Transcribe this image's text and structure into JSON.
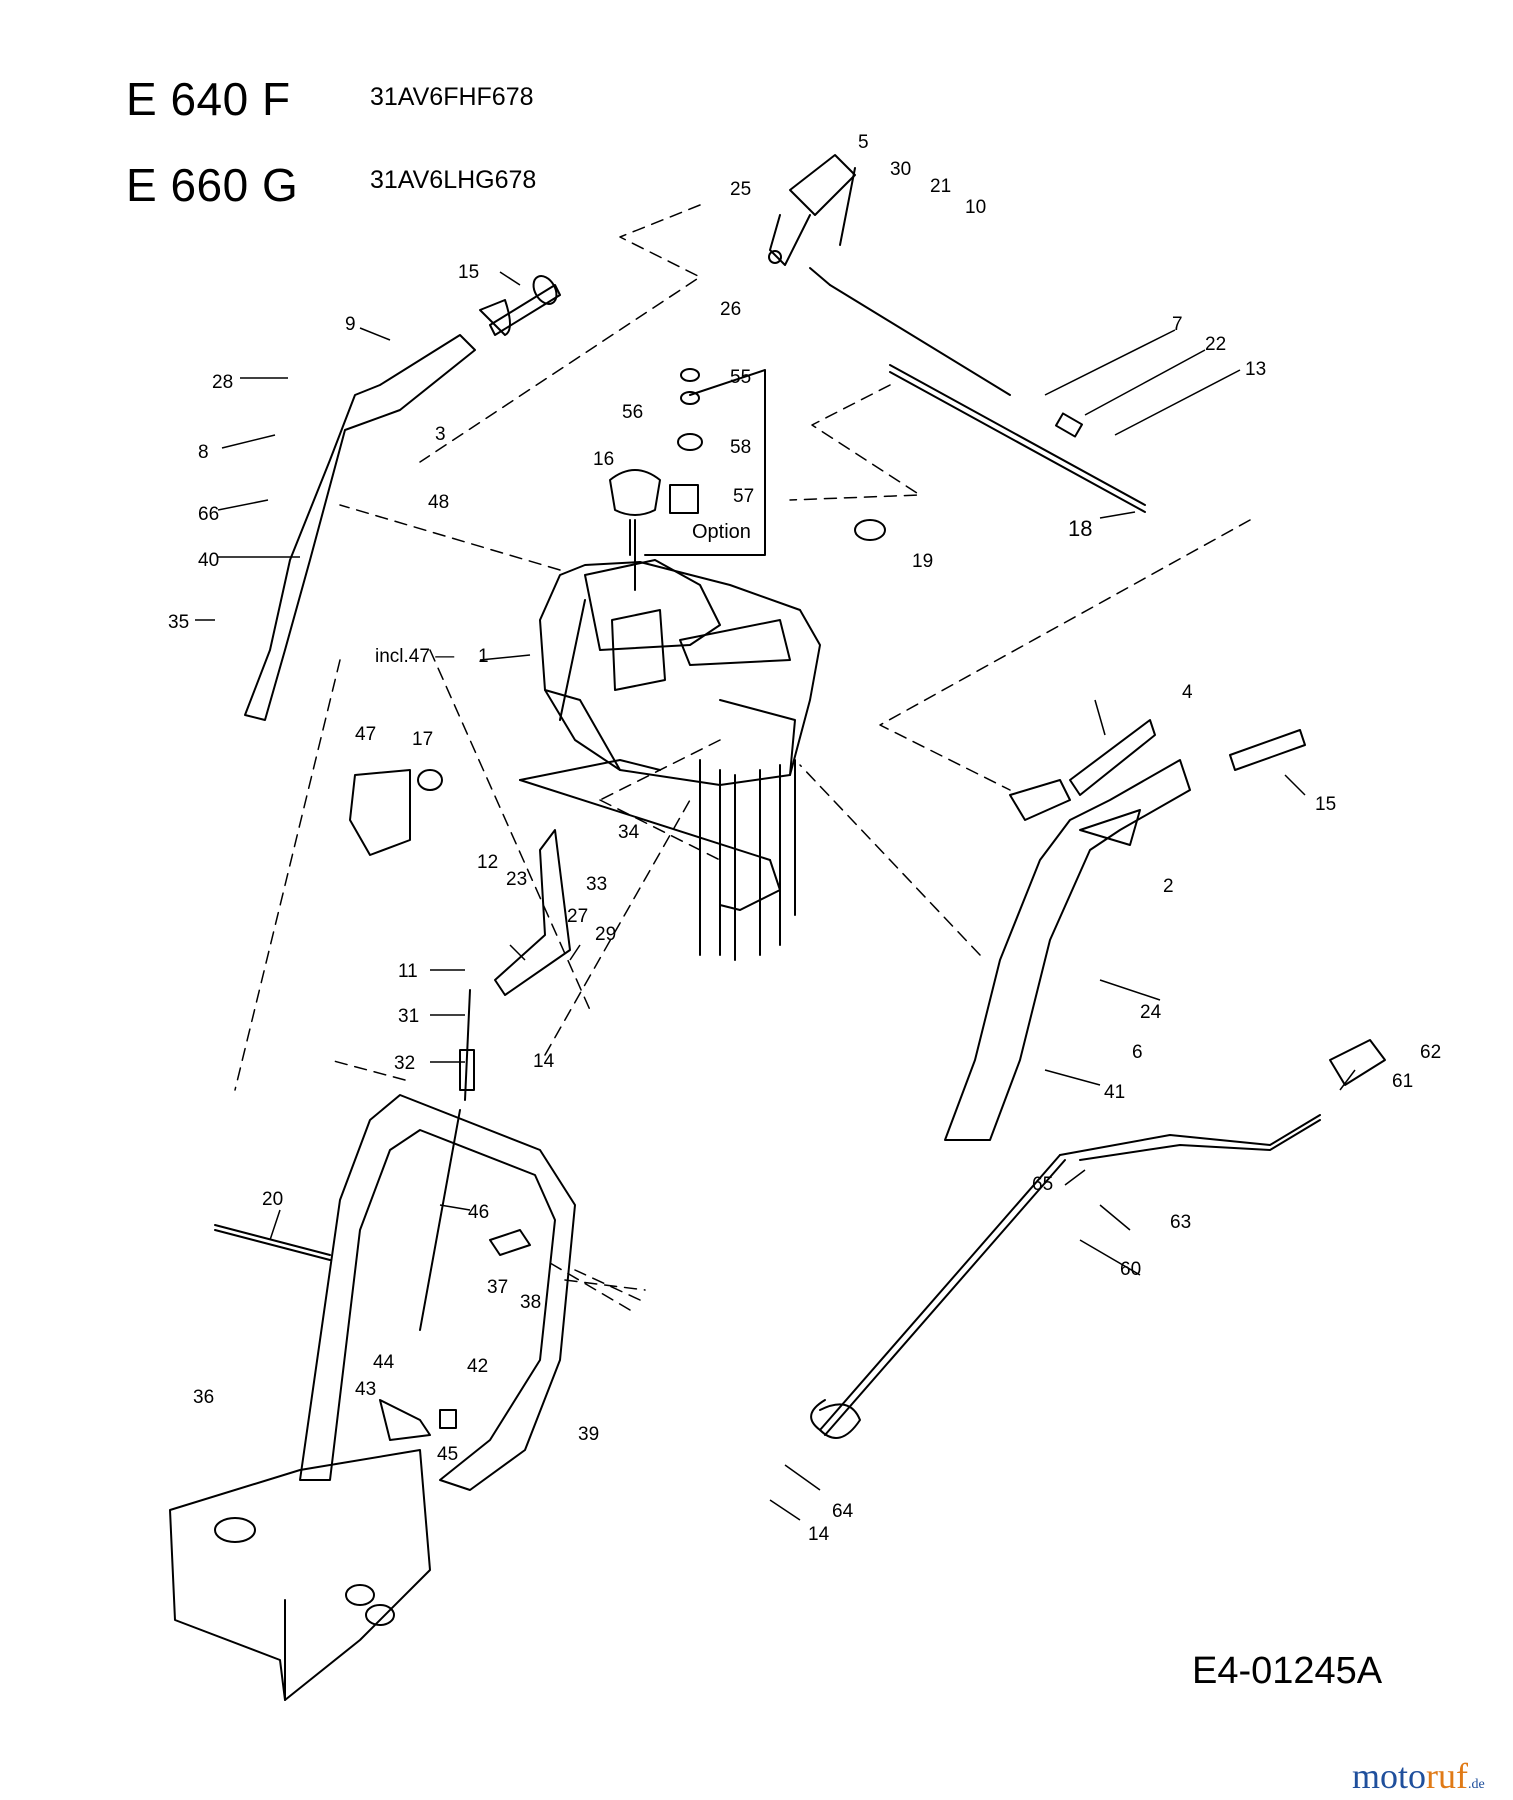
{
  "header": {
    "models": [
      {
        "name": "E 640 F",
        "code": "31AV6FHF678"
      },
      {
        "name": "E 660 G",
        "code": "31AV6LHG678"
      }
    ]
  },
  "option_box": {
    "label": "Option"
  },
  "part_labels": {
    "p1": "1",
    "p1_incl": "incl.47 —",
    "p2": "2",
    "p3": "3",
    "p4": "4",
    "p5": "5",
    "p6": "6",
    "p7": "7",
    "p8": "8",
    "p9": "9",
    "p10": "10",
    "p11": "11",
    "p12": "12",
    "p13": "13",
    "p14a": "14",
    "p14b": "14",
    "p15a": "15",
    "p15b": "15",
    "p16": "16",
    "p17": "17",
    "p18": "18",
    "p19": "19",
    "p20": "20",
    "p21": "21",
    "p22": "22",
    "p23": "23",
    "p24": "24",
    "p25": "25",
    "p26": "26",
    "p27": "27",
    "p28": "28",
    "p29": "29",
    "p30": "30",
    "p31": "31",
    "p32": "32",
    "p33": "33",
    "p34": "34",
    "p35": "35",
    "p36": "36",
    "p37": "37",
    "p38": "38",
    "p39": "39",
    "p40": "40",
    "p41": "41",
    "p42": "42",
    "p43": "43",
    "p44": "44",
    "p45": "45",
    "p46": "46",
    "p47": "47",
    "p48": "48",
    "p55": "55",
    "p56": "56",
    "p57": "57",
    "p58": "58",
    "p60": "60",
    "p61": "61",
    "p62": "62",
    "p63": "63",
    "p64": "64",
    "p65": "65",
    "p66": "66"
  },
  "footer": {
    "drawing_ref": "E4-01245A"
  },
  "watermark": {
    "part_a": "moto",
    "part_b": "ruf",
    "part_c": ".de"
  },
  "colors": {
    "line": "#000000",
    "watermark_blue": "#1f4f9c",
    "watermark_orange": "#e07a16"
  }
}
